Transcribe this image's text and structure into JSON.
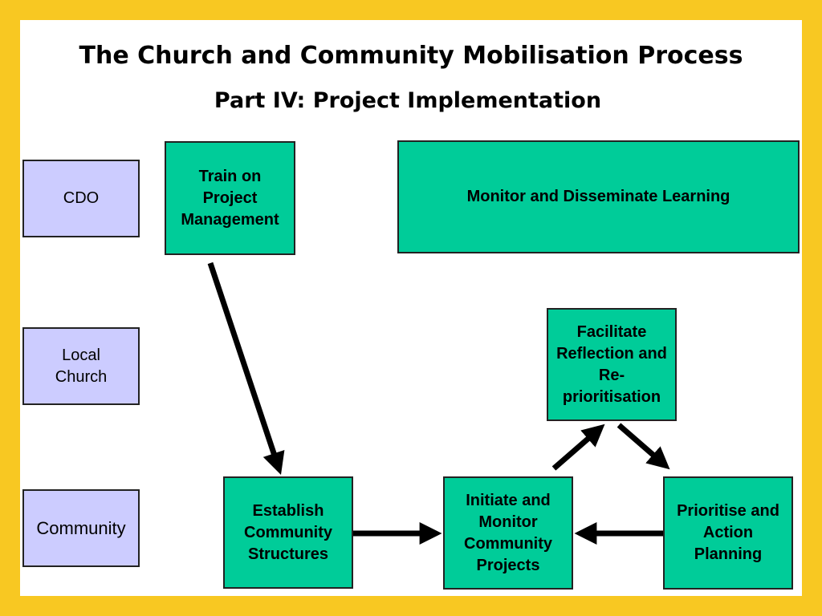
{
  "header": {
    "title": "The Church and Community Mobilisation Process",
    "subtitle": "Part IV: Project Implementation"
  },
  "lanes": [
    {
      "label": "CDO"
    },
    {
      "label": "Local Church"
    },
    {
      "label": "Community"
    }
  ],
  "steps": {
    "train": "Train on Project Management",
    "monitor": "Monitor and Disseminate Learning",
    "facilitate": "Facilitate Reflection and Re-prioritisation",
    "establish": "Establish Community Structures",
    "initiate": "Initiate and Monitor Community Projects",
    "prioritise": "Prioritise and Action Planning"
  },
  "colors": {
    "frame": "#F8C822",
    "step": "#00CC99",
    "lane": "#CCCCFF"
  }
}
